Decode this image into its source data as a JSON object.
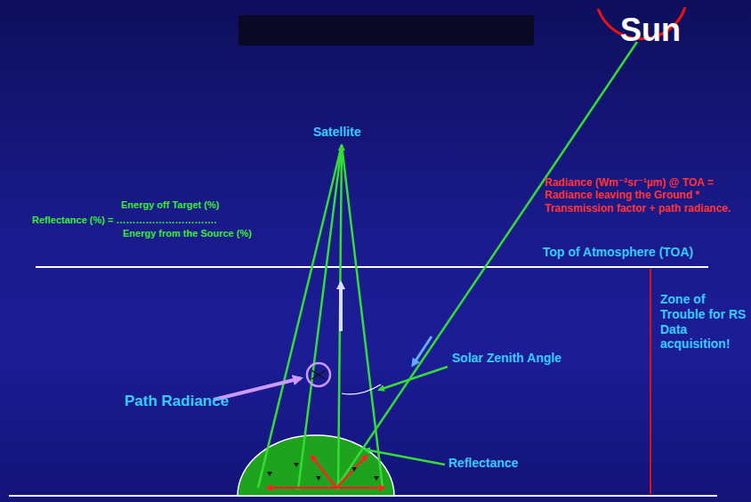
{
  "diagram": {
    "labels": [
      "Sun",
      "Satellite",
      "Energy off Target (%)",
      "Reflectance (%) = ………………………….",
      "Energy from the Source (%)",
      "Radiance (Wm⁻²sr⁻¹µm) @ TOA = Radiance leaving the Ground * Transmission factor + path radiance.",
      "Top of Atmosphere (TOA)",
      "Zone of Trouble for RS Data acquisition!",
      "Path Radiance",
      "Solar Zenith Angle",
      "Reflectance"
    ]
  }
}
